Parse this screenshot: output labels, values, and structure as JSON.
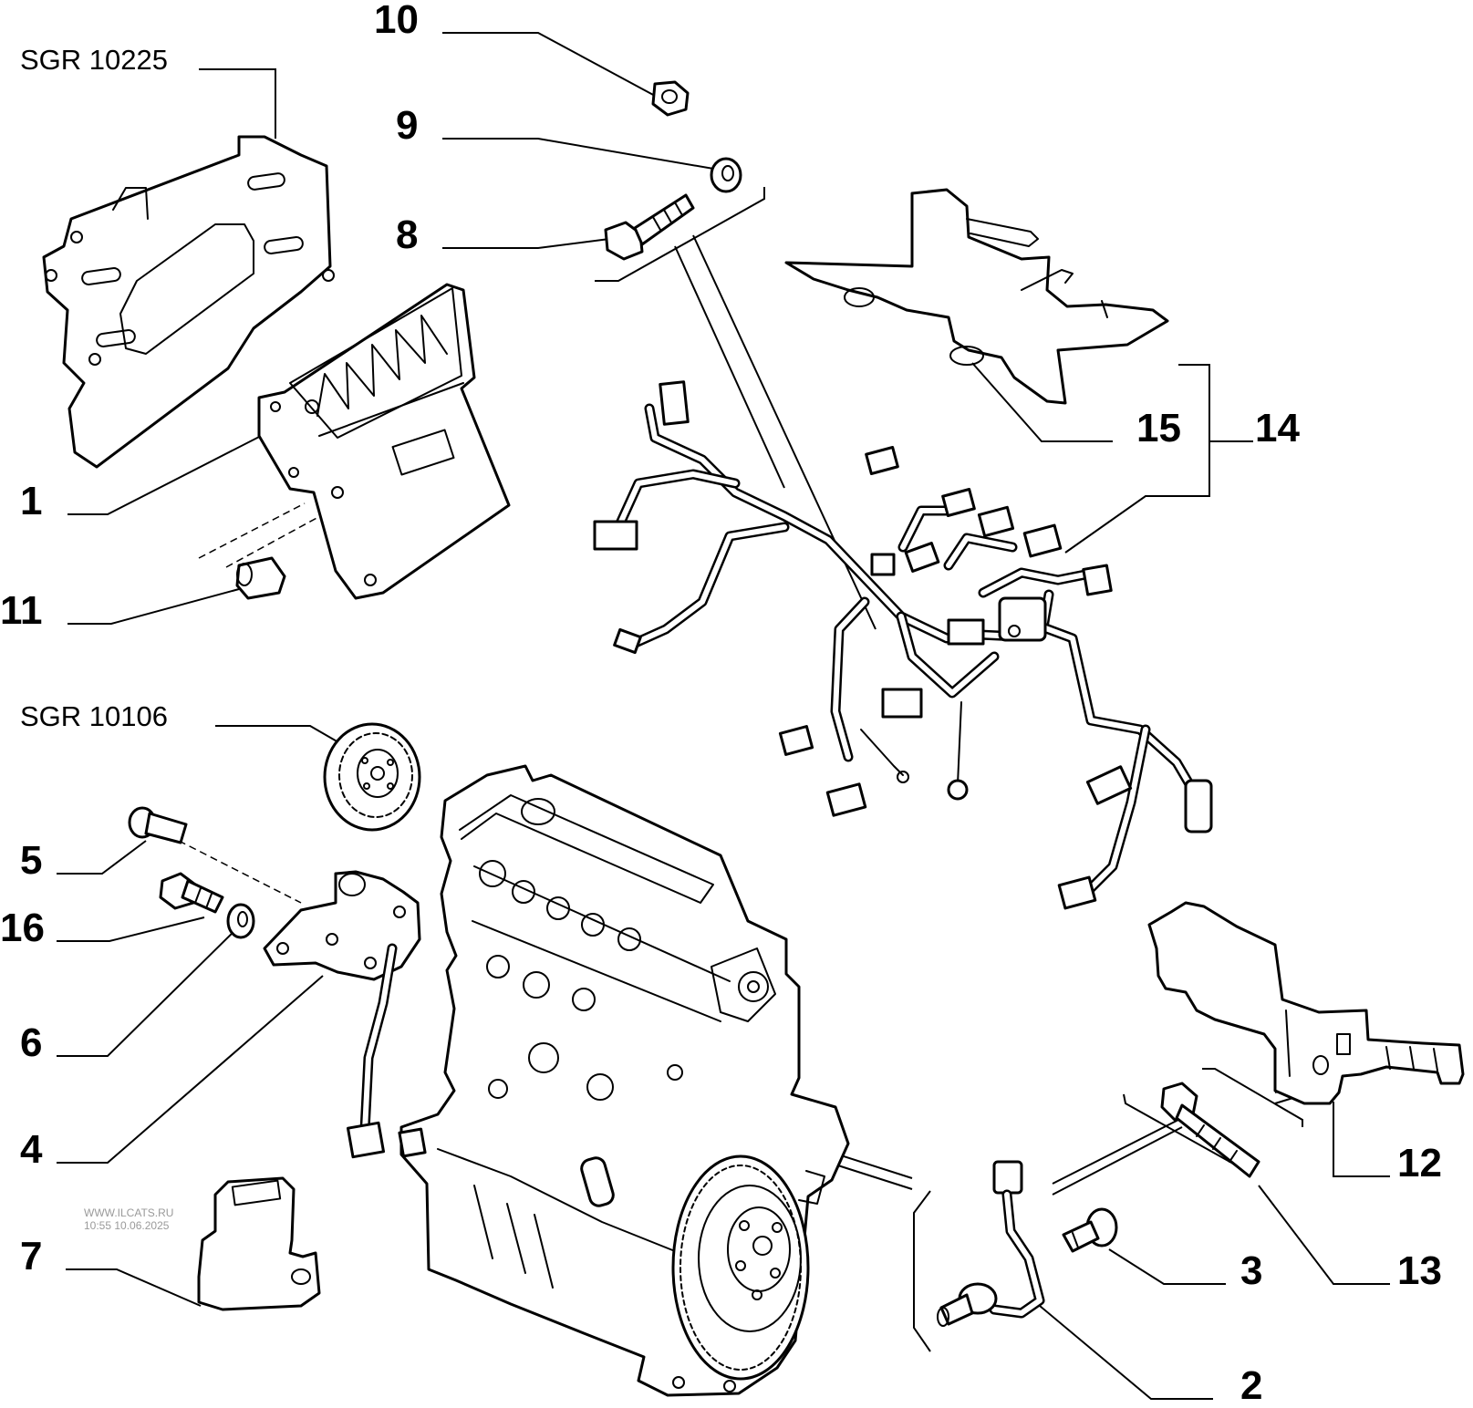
{
  "references": {
    "top": "SGR 10225",
    "middle": "SGR 10106"
  },
  "callouts": {
    "p1": "1",
    "p2": "2",
    "p3": "3",
    "p4": "4",
    "p5": "5",
    "p6": "6",
    "p7": "7",
    "p8": "8",
    "p9": "9",
    "p10": "10",
    "p11": "11",
    "p12": "12",
    "p13": "13",
    "p14": "14",
    "p15": "15",
    "p16": "16"
  },
  "watermark": {
    "site": "WWW.ILCATS.RU",
    "timestamp": "10:55 10.06.2025"
  }
}
